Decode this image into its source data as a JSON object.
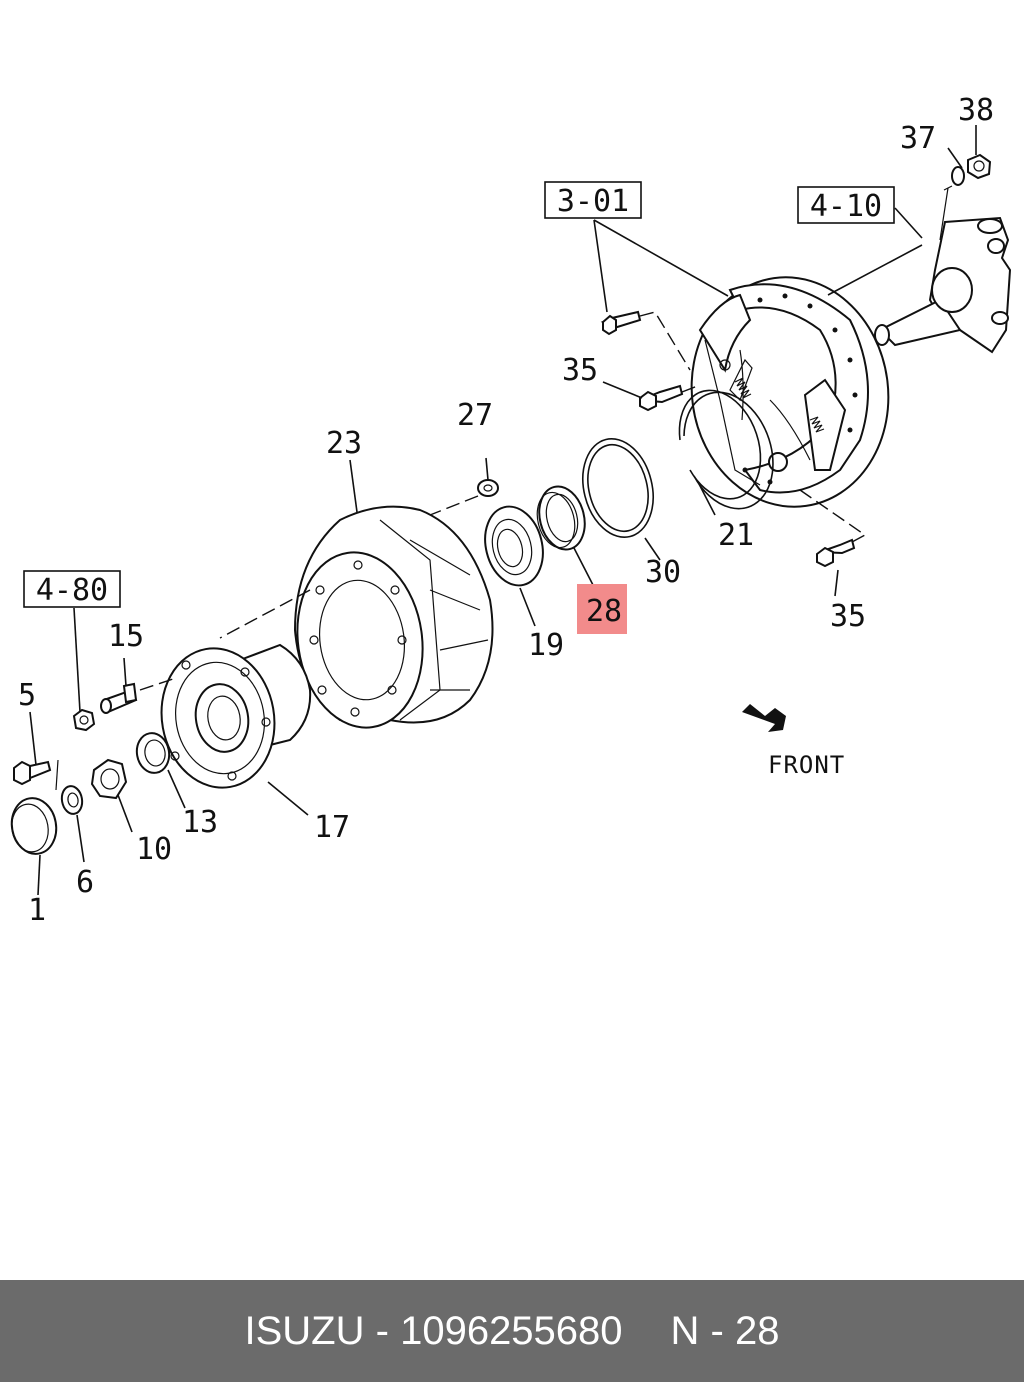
{
  "diagram": {
    "highlight_color": "#f28b8b",
    "highlighted_part": "28",
    "front_label": "FRONT",
    "ref_boxes": {
      "r301": "3-01",
      "r410": "4-10",
      "r480": "4-80"
    },
    "callouts": {
      "c1": "1",
      "c5": "5",
      "c6": "6",
      "c10": "10",
      "c13": "13",
      "c15": "15",
      "c17": "17",
      "c19": "19",
      "c21": "21",
      "c23": "23",
      "c27": "27",
      "c28": "28",
      "c30": "30",
      "c35a": "35",
      "c35b": "35",
      "c37": "37",
      "c38": "38"
    }
  },
  "footer": {
    "brand": "ISUZU",
    "dash": "-",
    "part_number": "1096255680",
    "page_ref": "N - 28",
    "background": "#6b6b6b"
  }
}
